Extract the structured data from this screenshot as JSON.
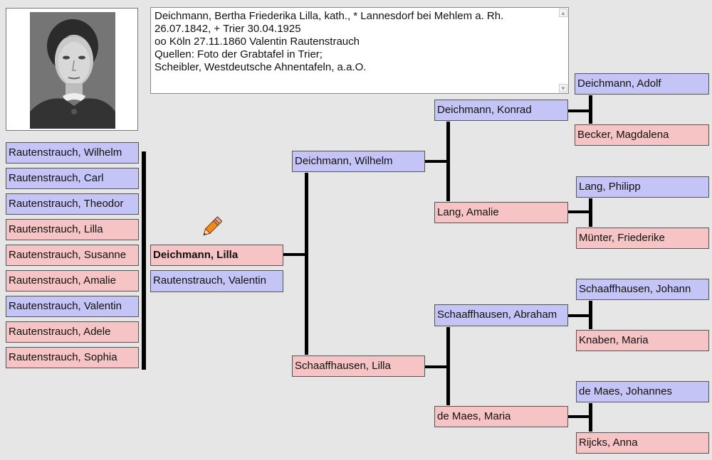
{
  "notes": {
    "lines": [
      "Deichmann, Bertha Friederika Lilla, kath., * Lannesdorf bei Mehlem a. Rh.",
      "26.07.1842, + Trier 30.04.1925",
      "oo Köln 27.11.1860 Valentin Rautenstrauch",
      "Quellen: Foto der Grabtafel in Trier;",
      "Scheibler, Westdeutsche Ahnentafeln, a.a.O."
    ]
  },
  "children": [
    "Rautenstrauch, Wilhelm",
    "Rautenstrauch, Carl",
    "Rautenstrauch, Theodor",
    "Rautenstrauch, Lilla",
    "Rautenstrauch, Susanne",
    "Rautenstrauch, Amalie",
    "Rautenstrauch, Valentin",
    "Rautenstrauch, Adele",
    "Rautenstrauch, Sophia"
  ],
  "subject": {
    "name": "Deichmann, Lilla"
  },
  "spouse": {
    "name": "Rautenstrauch, Valentin"
  },
  "parents": {
    "father": "Deichmann, Wilhelm",
    "mother": "Schaaffhausen, Lilla"
  },
  "grandparents": {
    "pf": "Deichmann, Konrad",
    "pm": "Lang, Amalie",
    "mf": "Schaaffhausen, Abraham",
    "mm": "de Maes, Maria"
  },
  "great_grandparents": {
    "pff": "Deichmann, Adolf",
    "pfm": "Becker, Magdalena",
    "pmf": "Lang, Philipp",
    "pmm": "Münter, Friederike",
    "mff": "Schaaffhausen, Johann",
    "mfm": "Knaben, Maria",
    "mmf": "de Maes, Johannes",
    "mmm": "Rijcks, Anna"
  },
  "colors": {
    "male": "#c4c4f6",
    "female": "#f6c4c4",
    "background": "#e6e6e6"
  },
  "icons": {
    "edit": "pencil-icon",
    "photo": "portrait-photo"
  }
}
